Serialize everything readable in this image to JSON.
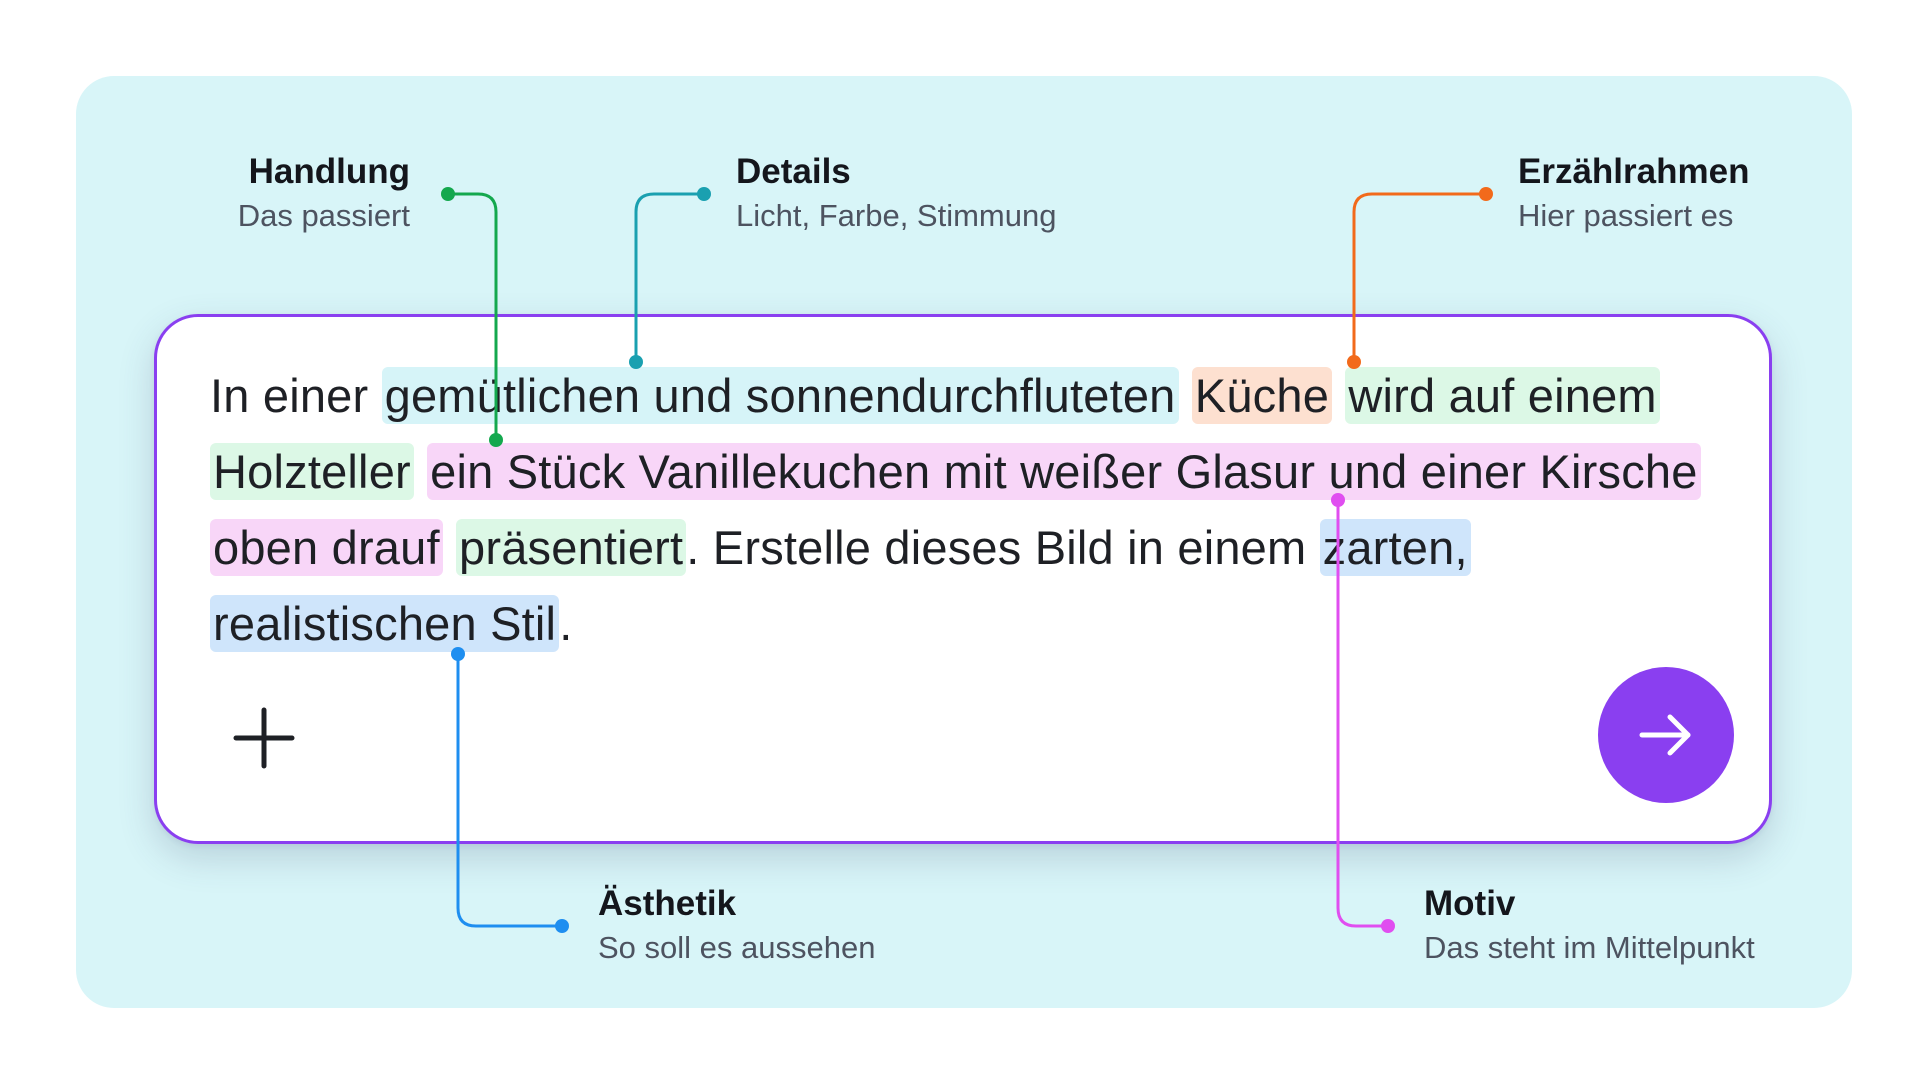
{
  "prompt": {
    "segments": [
      {
        "text": "In einer ",
        "category": null
      },
      {
        "text": "gemütlichen und sonnendurchfluteten",
        "category": "details"
      },
      {
        "text": " ",
        "category": null
      },
      {
        "text": "Küche",
        "category": "erzaehlrahmen"
      },
      {
        "text": " ",
        "category": null
      },
      {
        "text": "wird auf einem Holzteller",
        "category": "handlung"
      },
      {
        "text": " ",
        "category": null
      },
      {
        "text": "ein Stück Vanillekuchen mit weißer Glasur und einer Kirsche oben drauf",
        "category": "motiv"
      },
      {
        "text": " ",
        "category": null
      },
      {
        "text": "präsentiert",
        "category": "handlung"
      },
      {
        "text": ". Erstelle dieses Bild in einem ",
        "category": null
      },
      {
        "text": "zarten, realistischen Stil",
        "category": "aesthetik"
      },
      {
        "text": ".",
        "category": null
      }
    ]
  },
  "callouts": {
    "handlung": {
      "title": "Handlung",
      "subtitle": "Das passiert"
    },
    "details": {
      "title": "Details",
      "subtitle": "Licht, Farbe, Stimmung"
    },
    "erzaehlrahmen": {
      "title": "Erzählrahmen",
      "subtitle": "Hier passiert es"
    },
    "aesthetik": {
      "title": "Ästhetik",
      "subtitle": "So soll es aussehen"
    },
    "motiv": {
      "title": "Motiv",
      "subtitle": "Das steht im Mittelpunkt"
    }
  },
  "colors": {
    "panel_background": "#d8f5f8",
    "card_border": "#8a3ff0",
    "send_button": "#8a3ff0",
    "handlung": {
      "line": "#14a84e",
      "highlight": "#dcf8e6"
    },
    "details": {
      "line": "#1aa0b0",
      "highlight": "#d6f4f8"
    },
    "erzaehlrahmen": {
      "line": "#f26a1b",
      "highlight": "#fde0d0"
    },
    "aesthetik": {
      "line": "#1e8ef0",
      "highlight": "#cfe5fb"
    },
    "motiv": {
      "line": "#e04ef0",
      "highlight": "#f8d6f8"
    }
  },
  "icons": {
    "add": "plus-icon",
    "send": "arrow-right-icon"
  }
}
